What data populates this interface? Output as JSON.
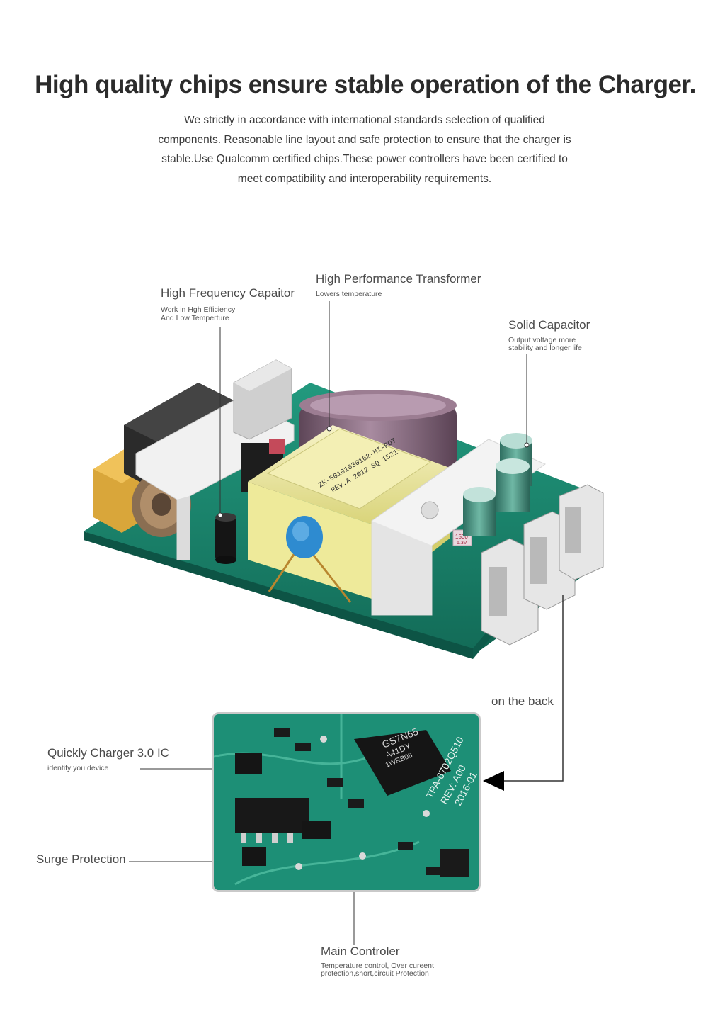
{
  "headline": "High quality chips ensure stable operation of the Charger.",
  "intro_lines": [
    "We strictly in accordance with international standards selection of qualified",
    "components. Reasonable line layout and safe protection to ensure that the charger is",
    "stable.Use Qualcomm certified chips.These power controllers have been certified to",
    "meet compatibility and interoperability requirements."
  ],
  "callouts": {
    "capacitor": {
      "title": "High Frequency Capaitor",
      "sub1": "Work in Hgh Efficiency",
      "sub2": "And Low Temperture"
    },
    "transformer": {
      "title": "High Performance Transformer",
      "sub1": "Lowers temperature"
    },
    "solid": {
      "title": "Solid Capacitor",
      "sub1": "Output voltage more",
      "sub2": "stability and longer life"
    },
    "back": {
      "title": "on the back"
    },
    "qc": {
      "title": "Quickly Charger 3.0 IC",
      "sub1": "identify you device"
    },
    "surge": {
      "title": "Surge Protection"
    },
    "controller": {
      "title": "Main Controler",
      "sub1": "Temperature control, Over cureent",
      "sub2": "protection,short,circuit Protection"
    }
  },
  "board_markings": {
    "transformer_line1": "ZK-50101030162-HI-POT",
    "transformer_line2": "REV.A 2012 SQ 1521",
    "cap_rating1": "1500",
    "cap_rating2": "6.3V",
    "chip_line1": "GS7N65",
    "chip_line2": "A41DY",
    "chip_line3": "1WRB08",
    "pcb_line1": "TPA-6702Q510",
    "pcb_line2": "REV: A00",
    "pcb_line3": "2016-01"
  },
  "colors": {
    "pcb": "#1e8a72",
    "transformer": "#efeaa0",
    "capacitor_green": "#3f8f7e",
    "purple_cap": "#8a6a7e"
  }
}
